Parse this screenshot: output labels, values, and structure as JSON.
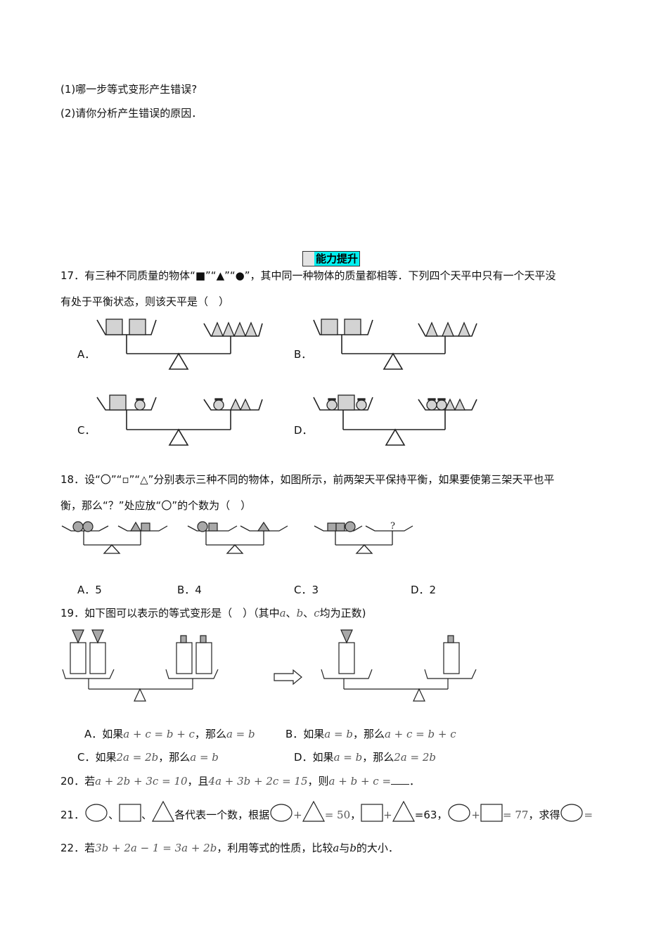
{
  "q16_parts": {
    "part1": "(1)哪一步等式变形产生错误?",
    "part2": "(2)请你分析产生错误的原因．"
  },
  "section": {
    "title": "能力提升",
    "bg_color": "#00f0f0"
  },
  "q17": {
    "line1": "17．有三种不同质量的物体“■”“▲”“●”，其中同一种物体的质量都相等．下列四个天平中只有一个天平没",
    "line2": "有处于平衡状态，则该天平是（　）",
    "options": [
      {
        "label": "A．",
        "left": "2 squares",
        "right": "4 triangles"
      },
      {
        "label": "B．",
        "left": "2 squares",
        "right": "3 triangles"
      },
      {
        "label": "C．",
        "left": "1 square, 1 circle",
        "right": "1 circle, 2 triangles"
      },
      {
        "label": "D．",
        "left": "1 circle, 1 square, 1 circle",
        "right": "2 circles, 2 triangles"
      }
    ]
  },
  "q18": {
    "line1": "18．设“〇”“▫”“△”分别表示三种不同的物体，如图所示，前两架天平保持平衡，如果要使第三架天平也平",
    "line2": "衡，那么“？”处应放“〇”的个数为（　）",
    "question_mark": "?",
    "options": [
      {
        "label": "A．5"
      },
      {
        "label": "B．4"
      },
      {
        "label": "C．3"
      },
      {
        "label": "D．2"
      }
    ]
  },
  "q19": {
    "stem_prefix": "19．如下图可以表示的等式变形是（　）（其中",
    "var_a": "a",
    "sep": "、",
    "var_b": "b",
    "var_c": "c",
    "stem_suffix": "均为正数)",
    "options": [
      {
        "label": "A．如果",
        "cond": "a + c = b + c",
        "then": "，那么",
        "result": "a = b"
      },
      {
        "label": "B．如果",
        "cond": "a = b",
        "then": "，那么",
        "result": "a + c = b + c"
      },
      {
        "label": "C．如果",
        "cond": "2a = 2b",
        "then": "，那么",
        "result": "a = b"
      },
      {
        "label": "D．如果",
        "cond": "a = b",
        "then": "，那么",
        "result": "2a = 2b"
      }
    ]
  },
  "q20": {
    "prefix": "20．若",
    "eq1": "a + 2b + 3c = 10",
    "mid": "，且",
    "eq2": "4a + 3b + 2c = 15",
    "then": "，则",
    "eq3": "a + b + c =",
    "end": "．"
  },
  "q21": {
    "prefix": "21．",
    "sep": "、",
    "desc": "各代表一个数，根据",
    "plus": "+",
    "eq1_val": "= 50",
    "comma": "，",
    "eq2_val": "=63",
    "eq3_val": "= 77",
    "ask": "，求得",
    "eq_end": "="
  },
  "q22": {
    "prefix": "22．若",
    "eq": "3b + 2a − 1 = 3a + 2b",
    "mid": "，利用等式的性质，比较",
    "var_a": "a",
    "yu": "与",
    "var_b": "b",
    "end": "的大小．"
  }
}
